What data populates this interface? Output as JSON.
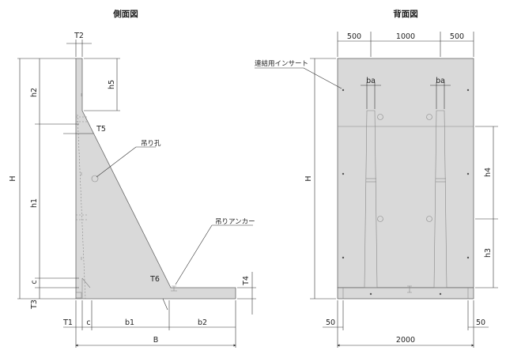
{
  "titles": {
    "side": "側面図",
    "back": "背面図"
  },
  "side": {
    "T2": "T2",
    "h5": "h5",
    "h2": "h2",
    "H": "H",
    "h1": "h1",
    "T5": "T5",
    "c": "c",
    "T3": "T3",
    "T6": "T6",
    "T4": "T4",
    "T1": "T1",
    "c_bottom": "c",
    "b1": "b1",
    "b2": "b2",
    "B": "B",
    "lifting_hole": "吊り孔",
    "lifting_anchor": "吊りアンカー"
  },
  "back": {
    "dim_500_left": "500",
    "dim_1000": "1000",
    "dim_500_right": "500",
    "insert_label": "連結用インサート",
    "ba_left": "ba",
    "ba_right": "ba",
    "H": "H",
    "h4": "h4",
    "h3": "h3",
    "dim_50_left": "50",
    "dim_50_right": "50",
    "dim_2000": "2000"
  },
  "colors": {
    "body": "#d9d9d9",
    "outline": "#666666",
    "lines": "#333333"
  }
}
